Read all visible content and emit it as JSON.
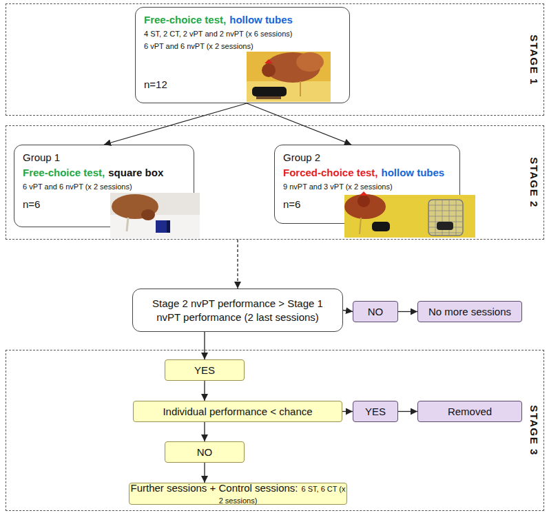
{
  "diagram": {
    "nodes": [
      {
        "text": [
          "STAGE 1"
        ]
      },
      {
        "text": [
          "Free-choice test,",
          "hollow tubes",
          "4 ST, 2 CT, 2 vPT and 2 nvPT (x 6 sessions)",
          "6 vPT and 6 nvPT (x 2 sessions)",
          "n=12"
        ],
        "in": 0
      },
      {
        "text": [
          "STAGE 2"
        ]
      },
      {
        "text": [
          "Group 1",
          "Free-choice test,",
          "square box",
          "6 vPT and 6 nvPT (x 2 sessions)",
          "n=6"
        ],
        "in": 2
      },
      {
        "text": [
          "Group 2",
          "Forced-choice test,",
          "hollow tubes",
          "9 nvPT and 3 vPT (x 2 sessions)",
          "n=6"
        ],
        "in": 2
      },
      {
        "text": [
          "Stage 2 nvPT performance > Stage 1 nvPT performance (2 last sessions)"
        ]
      },
      {
        "text": [
          "NO"
        ]
      },
      {
        "text": [
          "No more sessions"
        ]
      },
      {
        "text": [
          "STAGE 3"
        ]
      },
      {
        "text": [
          "YES"
        ],
        "in": 8
      },
      {
        "text": [
          "Individual performance < chance"
        ],
        "in": 8
      },
      {
        "text": [
          "YES"
        ],
        "in": 8
      },
      {
        "text": [
          "Removed"
        ],
        "in": 8
      },
      {
        "text": [
          "NO"
        ],
        "in": 8
      },
      {
        "text": [
          "Further sessions + Control sessions:",
          "6 ST, 6 CT (x 2 sessions)"
        ],
        "in": 8
      }
    ],
    "edges": [
      {
        "from": 1,
        "to": 3,
        "arrow": "to"
      },
      {
        "from": 1,
        "to": 4,
        "arrow": "to"
      },
      {
        "from": 2,
        "to": 5,
        "arrow": "to"
      },
      {
        "from": 5,
        "to": 6,
        "arrow": "to"
      },
      {
        "from": 6,
        "to": 7,
        "arrow": "to"
      },
      {
        "from": 5,
        "to": 9,
        "arrow": "to"
      },
      {
        "from": 9,
        "to": 10,
        "arrow": "to"
      },
      {
        "from": 10,
        "to": 11,
        "arrow": "to"
      },
      {
        "from": 11,
        "to": 12,
        "arrow": "to"
      },
      {
        "from": 10,
        "to": 13,
        "arrow": "to"
      },
      {
        "from": 13,
        "to": 14,
        "arrow": "to"
      }
    ]
  }
}
